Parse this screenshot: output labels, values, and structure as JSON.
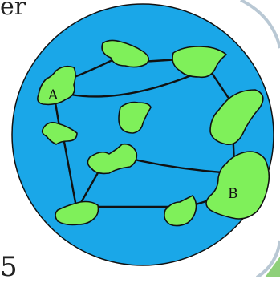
{
  "fragments": {
    "top": "er",
    "bottom": "5"
  },
  "nodes": {
    "A": "A",
    "B": "B"
  },
  "colors": {
    "ocean": "#1aa7e8",
    "island": "#7ff05a",
    "outline": "#111111",
    "frame": "#b9c8d4",
    "corner_accent": "#8fd07a"
  }
}
